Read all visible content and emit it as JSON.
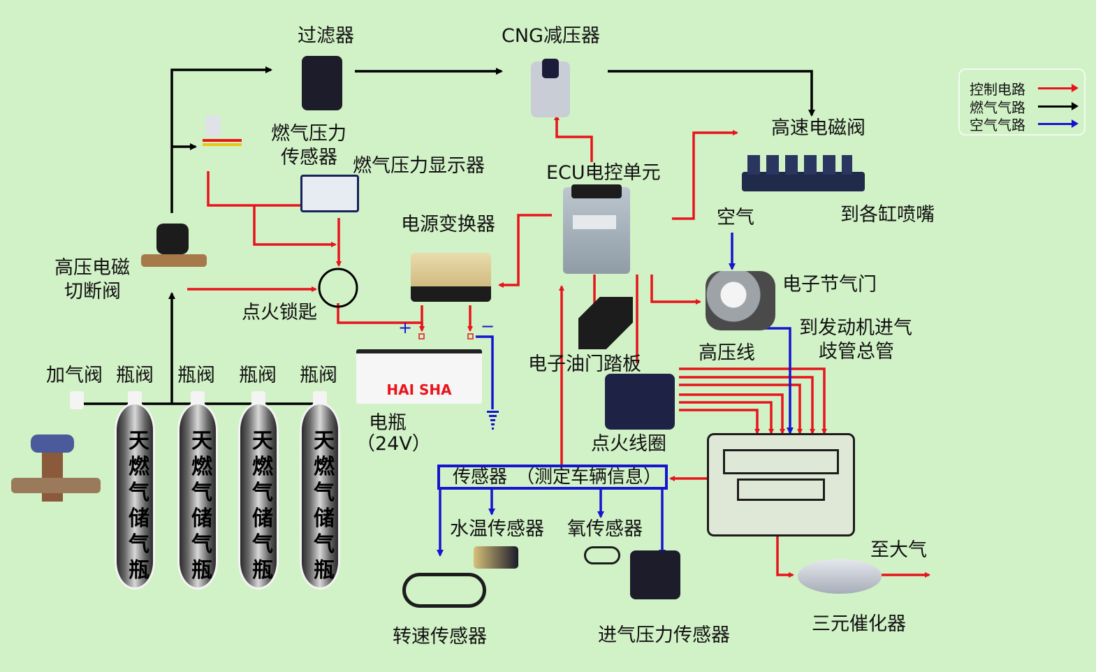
{
  "colors": {
    "background": "#d1f1c6",
    "control_circuit": "#e8141b",
    "fuel_gas_path": "#000000",
    "air_path": "#1515d0"
  },
  "legend": {
    "items": [
      {
        "label": "控制电路",
        "color": "#e8141b"
      },
      {
        "label": "燃气气路",
        "color": "#000000"
      },
      {
        "label": "空气气路",
        "color": "#1515d0"
      }
    ]
  },
  "components": {
    "filter": "过滤器",
    "cng_reducer": "CNG减压器",
    "gas_pressure_sensor_line1": "燃气压力",
    "gas_pressure_sensor_line2": "传感器",
    "gas_pressure_display": "燃气压力显示器",
    "high_pressure_valve_line1": "高压电磁",
    "high_pressure_valve_line2": "切断阀",
    "ignition_key": "点火锁匙",
    "power_converter": "电源变换器",
    "ecu": "ECU电控单元",
    "high_speed_valve": "高速电磁阀",
    "to_nozzles": "到各缸喷嘴",
    "air": "空气",
    "electronic_throttle": "电子节气门",
    "to_intake_line1": "到发动机进气",
    "to_intake_line2": "歧管总管",
    "high_voltage_wire": "高压线",
    "throttle_pedal": "电子油门踏板",
    "ignition_coil": "点火线圈",
    "battery_line1": "电瓶",
    "battery_line2": "（24V）",
    "battery_brand": "HAI SHA",
    "plus_sign": "+",
    "minus_sign": "−",
    "filling_valve": "加气阀",
    "bottle_valve": "瓶阀",
    "cylinder_label": "天燃气储气瓶",
    "sensors_box": "传感器　（测定车辆信息）",
    "water_temp_sensor": "水温传感器",
    "oxygen_sensor": "氧传感器",
    "speed_sensor": "转速传感器",
    "intake_pressure_sensor": "进气压力传感器",
    "to_atmosphere": "至大气",
    "catalytic_converter": "三元催化器"
  },
  "cylinders": [
    {
      "valve": "瓶阀",
      "label": "天燃气储气瓶"
    },
    {
      "valve": "瓶阀",
      "label": "天燃气储气瓶"
    },
    {
      "valve": "瓶阀",
      "label": "天燃气储气瓶"
    },
    {
      "valve": "瓶阀",
      "label": "天燃气储气瓶"
    }
  ]
}
